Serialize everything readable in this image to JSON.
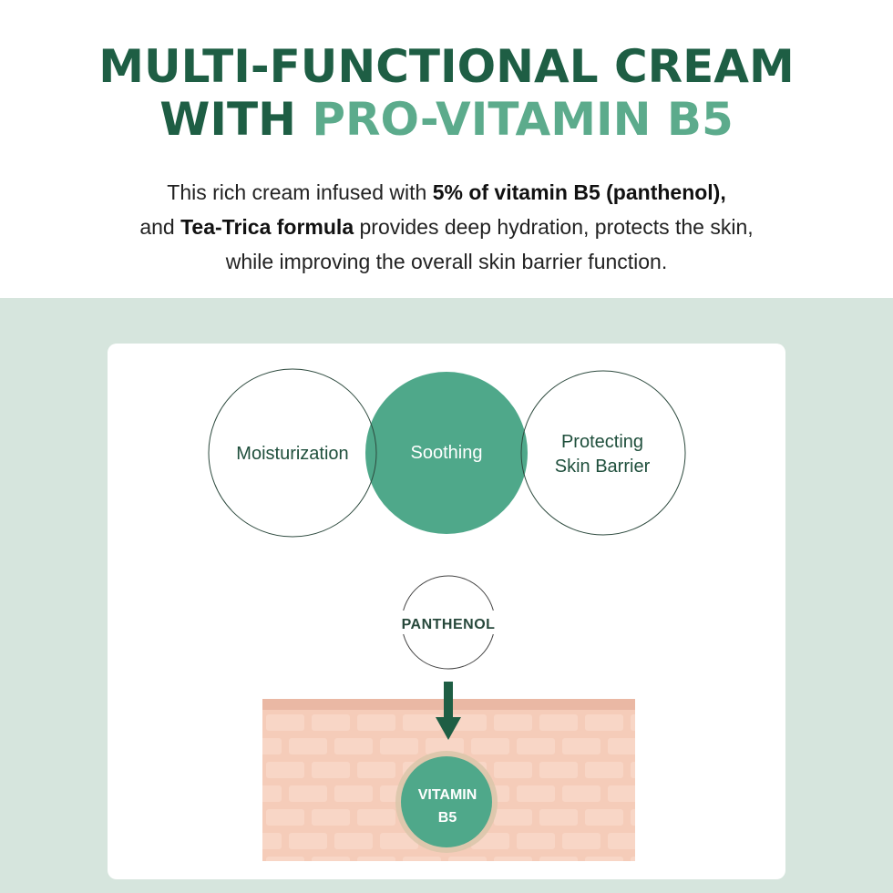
{
  "header": {
    "title_line1": "MULTI-FUNCTIONAL CREAM",
    "title_line2_prefix": "WITH ",
    "title_line2_accent": "PRO-VITAMIN B5",
    "description": {
      "l1_plain": "This rich cream infused with ",
      "l1_bold": "5% of vitamin B5 (panthenol),",
      "l2_plain_a": "and ",
      "l2_bold": "Tea-Trica formula",
      "l2_plain_b": " provides deep hydration, protects the skin,",
      "l3": "while improving the overall skin barrier function."
    }
  },
  "diagram": {
    "benefits": [
      "Moisturization",
      "Soothing",
      "Protecting",
      "Skin Barrier"
    ],
    "ingredient": "PANTHENOL",
    "result_line1": "VITAMIN",
    "result_line2": "B5"
  },
  "colors": {
    "dark_green": "#1e5e44",
    "accent_green": "#5cab8c",
    "fill_green": "#4fa88a",
    "background": "#d6e5dd",
    "skin": "#f5ccb9"
  }
}
